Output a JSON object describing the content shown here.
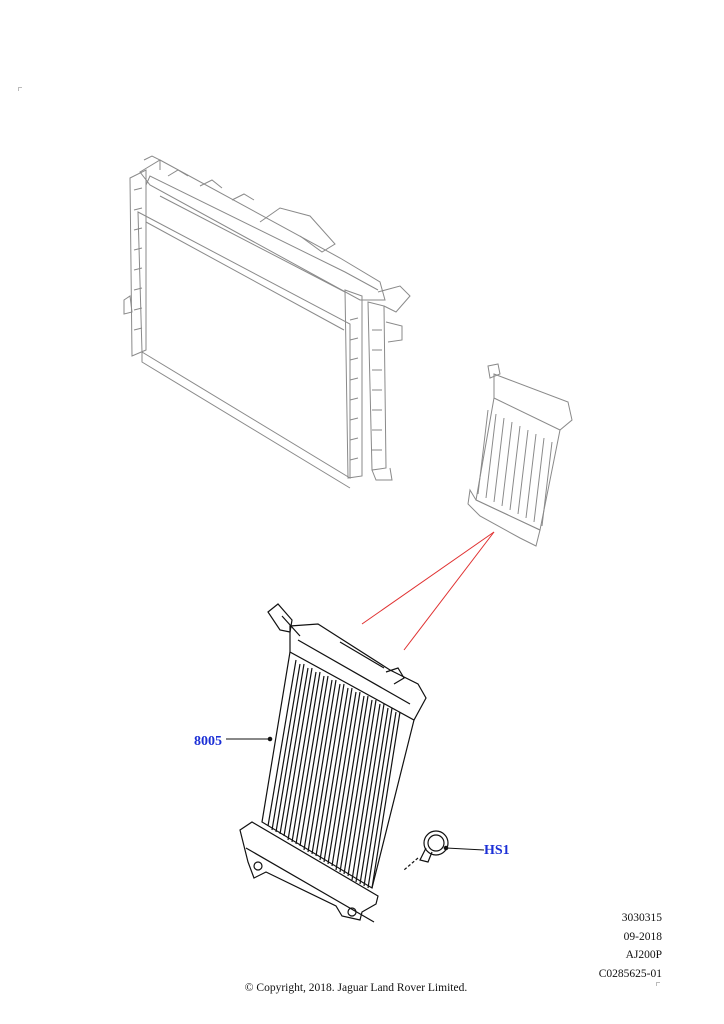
{
  "callouts": {
    "radiator": "8005",
    "fastener": "HS1"
  },
  "info": {
    "line1": "3030315",
    "line2": "09-2018",
    "line3": "AJ200P",
    "line4": "C0285625-01"
  },
  "copyright": "© Copyright, 2018. Jaguar Land Rover Limited.",
  "colors": {
    "callout_text": "#1b2fd6",
    "leader_red": "#e03030",
    "line_grey": "#8a8a8a",
    "line_dark": "#111111"
  }
}
